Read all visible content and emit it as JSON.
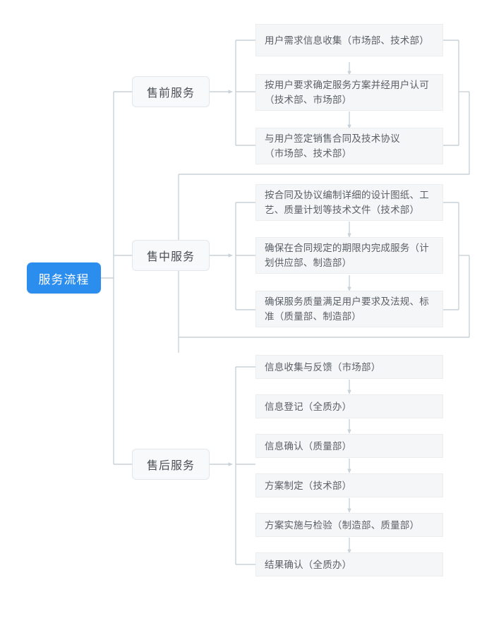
{
  "diagram": {
    "title": "服务流程",
    "root": {
      "label": "服务流程",
      "color": "#2b8ded",
      "text_color": "#ffffff"
    },
    "link_color": "#c9d2d9",
    "branches": [
      {
        "label": "售前服务",
        "steps": [
          {
            "label": "用户需求信息收集（市场部、技术部）"
          },
          {
            "label": "按用户要求确定服务方案并经用户认可\n（技术部、市场部）"
          },
          {
            "label": "与用户签定销售合同及技术协议\n（市场部、技术部）"
          }
        ]
      },
      {
        "label": "售中服务",
        "steps": [
          {
            "label": "按合同及协议编制详细的设计图纸、工\n艺、质量计划等技术文件（技术部）"
          },
          {
            "label": "确保在合同规定的期限内完成服务（计\n划供应部、制造部）"
          },
          {
            "label": "确保服务质量满足用户要求及法规、标\n准（质量部、制造部）"
          }
        ]
      },
      {
        "label": "售后服务",
        "steps": [
          {
            "label": "信息收集与反馈（市场部）"
          },
          {
            "label": "信息登记（全质办）"
          },
          {
            "label": "信息确认（质量部）"
          },
          {
            "label": "方案制定（技术部）"
          },
          {
            "label": "方案实施与检验（制造部、质量部）"
          },
          {
            "label": "结果确认（全质办）"
          }
        ]
      }
    ]
  }
}
